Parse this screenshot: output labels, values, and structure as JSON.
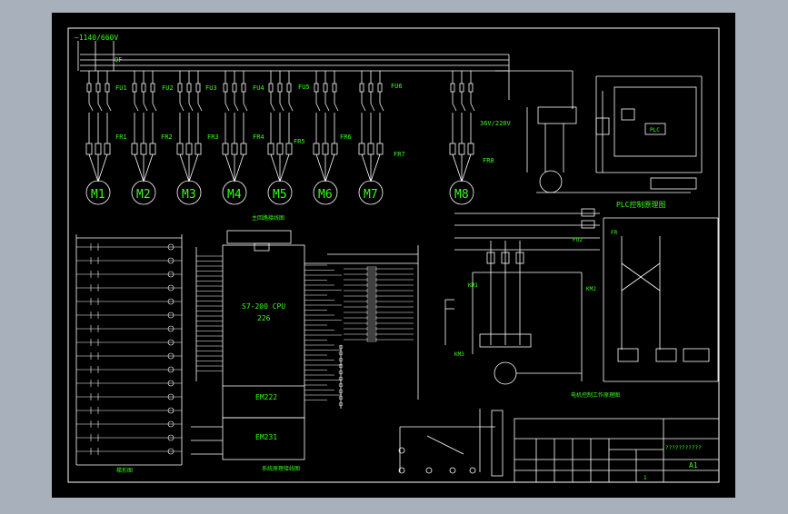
{
  "colors": {
    "viewer_bg": "#a8b0bb",
    "sheet_bg": "#000000",
    "line": "#ffffff",
    "text": "#39ff14"
  },
  "power_supply": {
    "voltage_label": "~1140/660V",
    "breaker_label": "QF"
  },
  "fuses": [
    "FU1",
    "FU2",
    "FU3",
    "FU4",
    "FU5",
    "FU6"
  ],
  "relays": [
    "FR1",
    "FR2",
    "FR3",
    "FR4",
    "FR5",
    "FR6",
    "FR7",
    "FR8"
  ],
  "motors": [
    "M1",
    "M2",
    "M3",
    "M4",
    "M5",
    "M6",
    "M7",
    "M8"
  ],
  "main_circuit_title": "主回路接线图",
  "voltage_36": "36V/220V",
  "plc_ctrl_title": "PLC控制原理图",
  "plc_box_label": "PLC",
  "cpu": {
    "line1": "S7-200 CPU",
    "line2": "226"
  },
  "modules": [
    "EM222",
    "EM231"
  ],
  "plc_wiring_title": "系统原理接线图",
  "right_labels": {
    "fu2": "FU2",
    "km1": "KM1",
    "km2": "KM2",
    "km3": "KM3",
    "fr": "FR"
  },
  "motor_circuit_title": "电机控制工作原理图",
  "left_bottom_label": "梯形图",
  "title_block": {
    "sheet_size": "A1",
    "scale_label": "1",
    "placeholder": "???????????"
  }
}
